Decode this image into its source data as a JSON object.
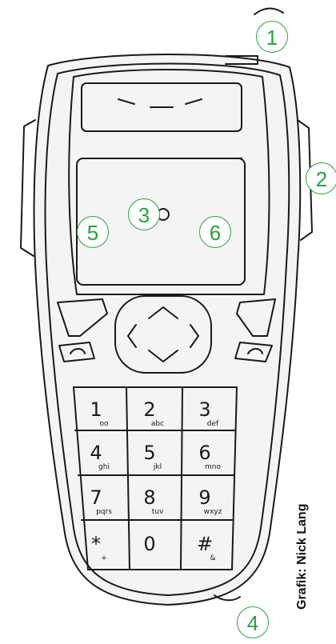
{
  "callouts": [
    {
      "id": "1",
      "label": "1"
    },
    {
      "id": "2",
      "label": "2"
    },
    {
      "id": "3",
      "label": "3"
    },
    {
      "id": "4",
      "label": "4"
    },
    {
      "id": "5",
      "label": "5"
    },
    {
      "id": "6",
      "label": "6"
    }
  ],
  "keypad": {
    "keys": [
      {
        "digit": "1",
        "letters": "oo"
      },
      {
        "digit": "2",
        "letters": "abc"
      },
      {
        "digit": "3",
        "letters": "def"
      },
      {
        "digit": "4",
        "letters": "ghi"
      },
      {
        "digit": "5",
        "letters": "jkl"
      },
      {
        "digit": "6",
        "letters": "mno"
      },
      {
        "digit": "7",
        "letters": "pqrs"
      },
      {
        "digit": "8",
        "letters": "tuv"
      },
      {
        "digit": "9",
        "letters": "wxyz"
      },
      {
        "digit": "*",
        "letters": "+"
      },
      {
        "digit": "0",
        "letters": ""
      },
      {
        "digit": "#",
        "letters": "&"
      }
    ]
  },
  "credit": "Grafik: Nick Lang",
  "colors": {
    "callout": "#2aa140",
    "ink": "#1a1a1a",
    "body_fill": "#f4f4f4"
  }
}
